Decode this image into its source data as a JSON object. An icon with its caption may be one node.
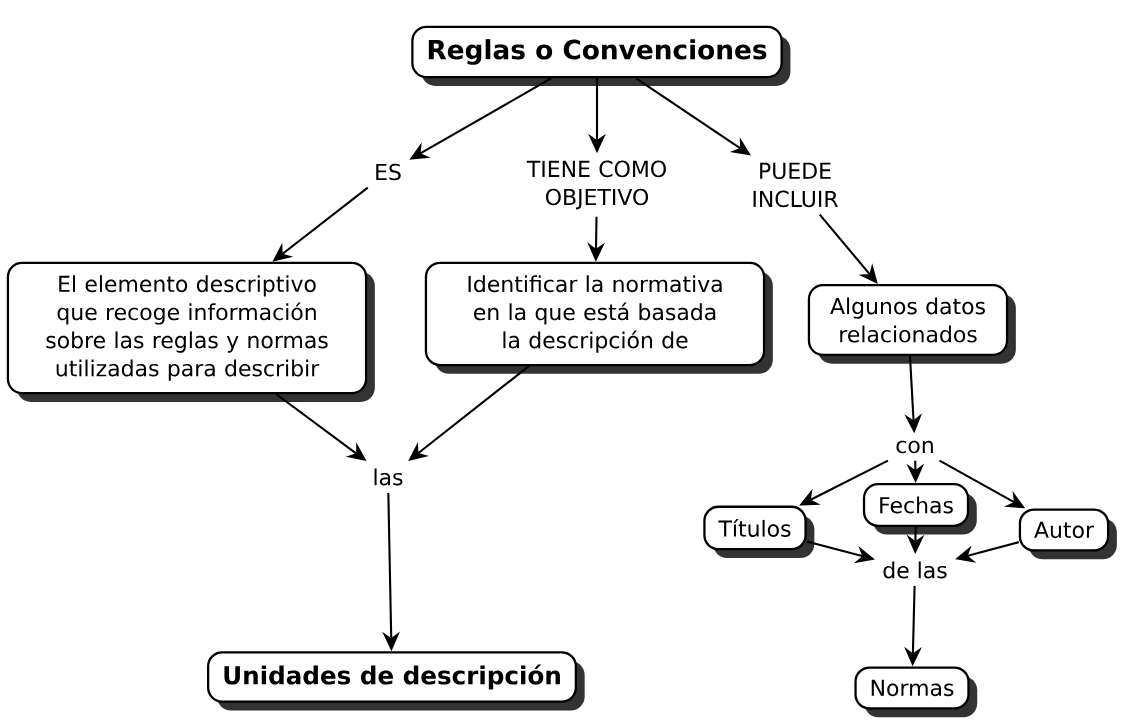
{
  "diagram": {
    "nodes": [
      {
        "text": [
          "Reglas o Convenciones"
        ]
      },
      {
        "text": [
          "ES"
        ]
      },
      {
        "text": [
          "TIENE COMO OBJETIVO"
        ]
      },
      {
        "text": [
          "PUEDE INCLUIR"
        ]
      },
      {
        "text": [
          "El elemento descriptivo que recoge información sobre las reglas y normas utilizadas para describir"
        ]
      },
      {
        "text": [
          "Identificar la normativa en la que está basada la descripción de"
        ]
      },
      {
        "text": [
          "Algunos datos relacionados"
        ]
      },
      {
        "text": [
          "las"
        ]
      },
      {
        "text": [
          "con"
        ]
      },
      {
        "text": [
          "Títulos"
        ]
      },
      {
        "text": [
          "Fechas"
        ]
      },
      {
        "text": [
          "Autor"
        ]
      },
      {
        "text": [
          "Unidades de descripción"
        ]
      },
      {
        "text": [
          "de las"
        ]
      },
      {
        "text": [
          "Normas"
        ]
      }
    ],
    "edges": [
      {
        "from": 0,
        "to": 1,
        "arrow": "to"
      },
      {
        "from": 0,
        "to": 2,
        "arrow": "to"
      },
      {
        "from": 0,
        "to": 3,
        "arrow": "to"
      },
      {
        "from": 1,
        "to": 4,
        "arrow": "to"
      },
      {
        "from": 2,
        "to": 5,
        "arrow": "to"
      },
      {
        "from": 3,
        "to": 6,
        "arrow": "to"
      },
      {
        "from": 4,
        "to": 7,
        "arrow": "to"
      },
      {
        "from": 5,
        "to": 7,
        "arrow": "to"
      },
      {
        "from": 7,
        "to": 12,
        "arrow": "to"
      },
      {
        "from": 6,
        "to": 8,
        "arrow": "to"
      },
      {
        "from": 8,
        "to": 9,
        "arrow": "to"
      },
      {
        "from": 8,
        "to": 10,
        "arrow": "to"
      },
      {
        "from": 8,
        "to": 11,
        "arrow": "to"
      },
      {
        "from": 9,
        "to": 13,
        "arrow": "to"
      },
      {
        "from": 10,
        "to": 13,
        "arrow": "to"
      },
      {
        "from": 11,
        "to": 13,
        "arrow": "to"
      },
      {
        "from": 13,
        "to": 14,
        "arrow": "to"
      }
    ]
  }
}
